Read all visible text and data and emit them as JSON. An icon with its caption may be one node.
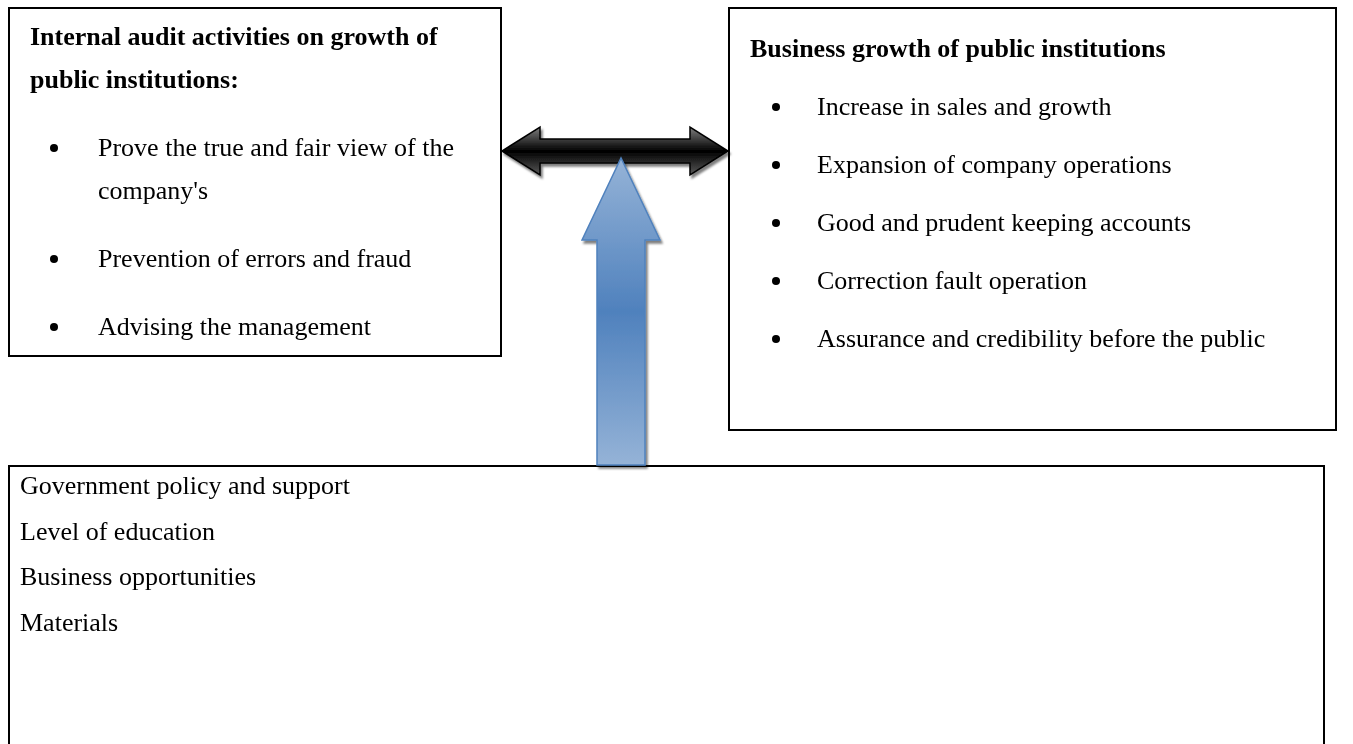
{
  "diagram": {
    "nodes": [
      {
        "text": [
          "Internal audit activities on growth of public institutions:",
          "Prove the true and fair view of the company's",
          "Prevention of errors and fraud",
          "Advising the management"
        ]
      },
      {
        "text": [
          "Business growth of public institutions",
          "Increase in sales and growth",
          "Expansion of company operations",
          "Good and prudent  keeping accounts",
          "Correction  fault operation",
          "Assurance and credibility before the public"
        ]
      },
      {
        "text": [
          "Government policy and support",
          "Level of education",
          "Business opportunities",
          "Materials"
        ]
      }
    ],
    "edges": [
      {
        "from": 0,
        "to": 1,
        "arrow": "both",
        "color": "#000000"
      },
      {
        "from": 2,
        "to": null,
        "arrow": "to",
        "color": "#4f81bd"
      }
    ]
  }
}
